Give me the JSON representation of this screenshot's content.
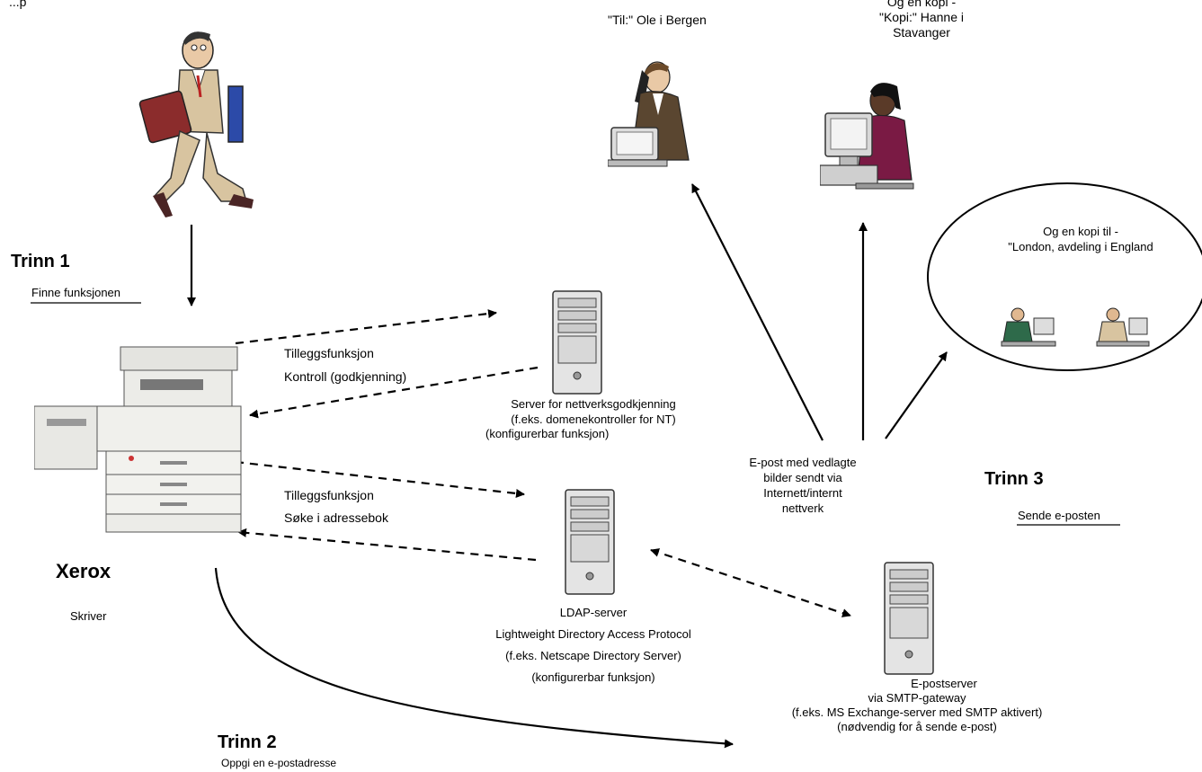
{
  "top_left": {
    "text": "...p"
  },
  "recipients": {
    "to": "\"Til:\" Ole i Bergen",
    "cc_line1": "Og en kopi -",
    "cc_line2": "\"Kopi:\" Hanne i",
    "cc_line3": "Stavanger",
    "london_line1": "Og en kopi til -",
    "london_line2": "\"London, avdeling i England"
  },
  "step1": {
    "title": "Trinn 1",
    "subtitle": "Finne funksjonen"
  },
  "step2": {
    "title": "Trinn 2",
    "subtitle": "Oppgi en e-postadresse"
  },
  "step3": {
    "title": "Trinn 3",
    "subtitle": "Sende e-posten"
  },
  "printer": {
    "brand": "Xerox",
    "label": "Skriver"
  },
  "auth": {
    "opt_line1": "Tilleggsfunksjon",
    "opt_line2": "Kontroll (godkjenning)",
    "server_line1": "Server for nettverksgodkjenning",
    "server_line2": "(f.eks. domenekontroller for NT)",
    "server_line3": "(konfigurerbar funksjon)"
  },
  "ldap": {
    "opt_line1": "Tilleggsfunksjon",
    "opt_line2": "Søke i adressebok",
    "server_line1": "LDAP-server",
    "server_line2": "Lightweight Directory Access Protocol",
    "server_line3": "(f.eks. Netscape Directory Server)",
    "server_line4": "(konfigurerbar funksjon)"
  },
  "email_sent": {
    "line1": "E-post med vedlagte",
    "line2": "bilder sendt via",
    "line3": "Internett/internt",
    "line4": "nettverk"
  },
  "mail_server": {
    "line1": "E-postserver",
    "line2": "via SMTP-gateway",
    "line3": "(f.eks. MS Exchange-server med SMTP aktivert)",
    "line4": "(nødvendig for å sende e-post)"
  },
  "icons": [
    "walking-man-icon",
    "office-man-phone-icon",
    "office-woman-computer-icon",
    "printer-icon",
    "server-tower-icon",
    "mini-workers-icon"
  ]
}
